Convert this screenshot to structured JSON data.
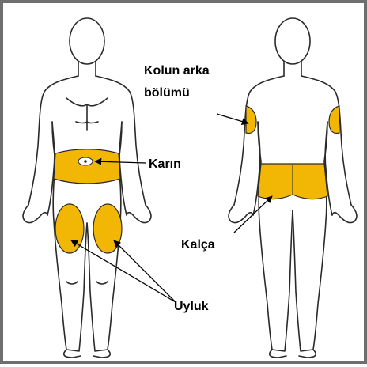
{
  "labels": {
    "upper_arm_line1": "Kolun arka",
    "upper_arm_line2": "bölümü",
    "abdomen": "Karın",
    "buttocks": "Kalça",
    "thigh": "Uyluk"
  },
  "colors": {
    "injection_site": "#f2b705",
    "outline": "#2a2a2a",
    "frame": "#6f6f6f",
    "text": "#000000"
  }
}
